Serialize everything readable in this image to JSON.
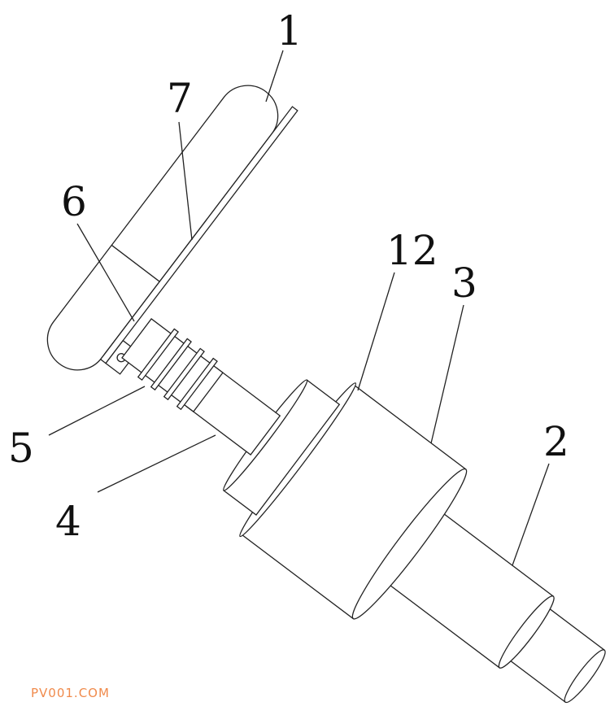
{
  "labels": {
    "handle": "1",
    "output_shaft": "2",
    "housing": "3",
    "shaft": "4",
    "worm": "5",
    "pin": "6",
    "rod": "7",
    "flange": "12"
  },
  "watermark": {
    "text": "PV001.COM",
    "color": "#f08a4b"
  }
}
